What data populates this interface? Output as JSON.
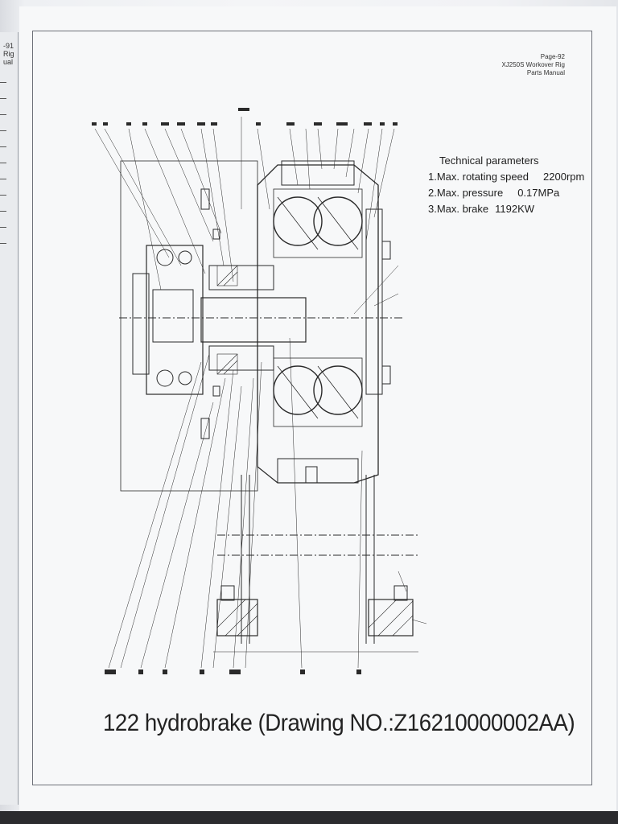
{
  "previous_page": {
    "fragments": [
      "-91",
      "Rig",
      "ual"
    ]
  },
  "header": {
    "page": "Page-92",
    "title": "XJ250S Workover Rig",
    "subtitle": "Parts Manual"
  },
  "technical_parameters": {
    "title": "Technical parameters",
    "rows": [
      {
        "label": "1.Max. rotating speed",
        "value": "2200rpm"
      },
      {
        "label": "2.Max. pressure",
        "value": "0.17MPa"
      },
      {
        "label": "3.Max. brake",
        "value": "1192KW"
      }
    ]
  },
  "caption": "122 hydrobrake (Drawing NO.:Z16210000002AA)"
}
